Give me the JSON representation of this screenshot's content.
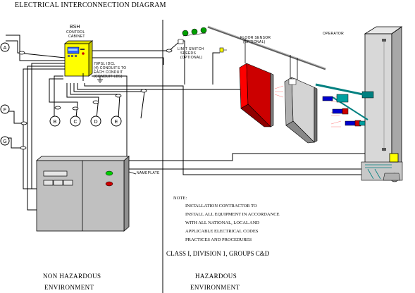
{
  "title": "ELECTRICAL INTERCONNECTION DIAGRAM",
  "bsh_label": "BSH",
  "cabinet_label": [
    "CONTROL",
    "CABINET"
  ],
  "cabinet_note": [
    "70PSL IDCL",
    "(4) CONDUITS TO",
    "EACH CONDUIT",
    "(CONDUIT LBS)"
  ],
  "nameplate_label": "NAMEPLATE",
  "left_nodes": [
    "A",
    "F",
    "G"
  ],
  "bottom_nodes": [
    "B",
    "C",
    "D",
    "E"
  ],
  "limit_label": [
    "LIMIT SWITCH",
    "SPEEDS",
    "(OPTIONAL)"
  ],
  "sensor_label": [
    "FLOOR SENSOR",
    "(OPTIONAL)"
  ],
  "operator_label": "OPERATOR",
  "note_title": "NOTE:",
  "note_lines": [
    "INSTALLATION CONTRACTOR TO",
    "INSTALL ALL EQUIPMENT IN ACCORDANCE",
    "WITH ALL NATIONAL, LOCAL AND",
    "APPLICABLE ELECTRICAL CODES",
    "PRACTICES AND PROCEDURES"
  ],
  "class_text": "CLASS I, DIVISION 1, GROUPS C&D",
  "non_hazard": [
    "NON HAZARDOUS",
    "ENVIRONMENT"
  ],
  "hazard": [
    "HAZARDOUS",
    "ENVIRONMENT"
  ],
  "colors": {
    "cabinet_yellow": "#ffff00",
    "panel_gray": "#c0c0c0",
    "sign_red": "#ff0000",
    "pipe_teal": "#008080",
    "nozzle_blue": "#0000cc",
    "sensor_green": "#00a000",
    "indicator_green": "#00cc00",
    "indicator_red": "#cc0000"
  }
}
